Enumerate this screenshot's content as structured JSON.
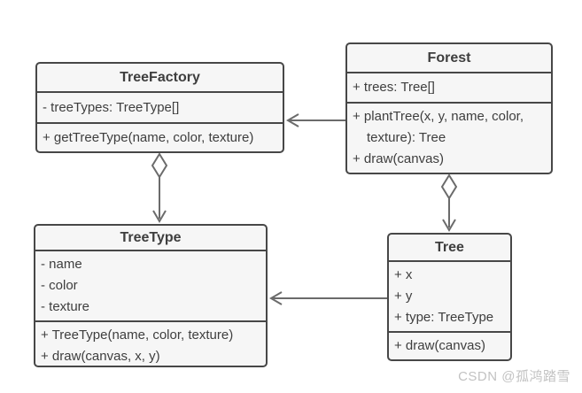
{
  "diagram": {
    "type": "uml-class-diagram",
    "classes": [
      {
        "name": "TreeFactory",
        "attributes": [
          "- treeTypes: TreeType[]"
        ],
        "methods": [
          "+ getTreeType(name, color, texture)"
        ]
      },
      {
        "name": "Forest",
        "attributes": [
          "+ trees: Tree[]"
        ],
        "methods": [
          "+ plantTree(x, y, name, color, texture): Tree",
          "+ draw(canvas)"
        ]
      },
      {
        "name": "TreeType",
        "attributes": [
          "- name",
          "- color",
          "- texture"
        ],
        "methods": [
          "+ TreeType(name, color, texture)",
          "+ draw(canvas, x, y)"
        ]
      },
      {
        "name": "Tree",
        "attributes": [
          "+ x",
          "+ y",
          "+ type: TreeType"
        ],
        "methods": [
          "+ draw(canvas)"
        ]
      }
    ],
    "relations": [
      {
        "from": "Forest",
        "to": "TreeFactory",
        "kind": "association",
        "arrowhead": "open"
      },
      {
        "from": "TreeFactory",
        "to": "TreeType",
        "kind": "aggregation",
        "diamond": "hollow",
        "arrowhead": "open"
      },
      {
        "from": "Forest",
        "to": "Tree",
        "kind": "aggregation",
        "diamond": "hollow",
        "arrowhead": "open"
      },
      {
        "from": "Tree",
        "to": "TreeType",
        "kind": "association",
        "arrowhead": "open"
      }
    ],
    "colors": {
      "background": "#ffffff",
      "box_fill": "#f6f6f6",
      "box_border": "#474747",
      "text": "#3e3e3e",
      "connector": "#6b6b6b",
      "watermark": "#c2c2c2"
    }
  },
  "watermark": {
    "text": "CSDN @孤鸿踏雪"
  }
}
